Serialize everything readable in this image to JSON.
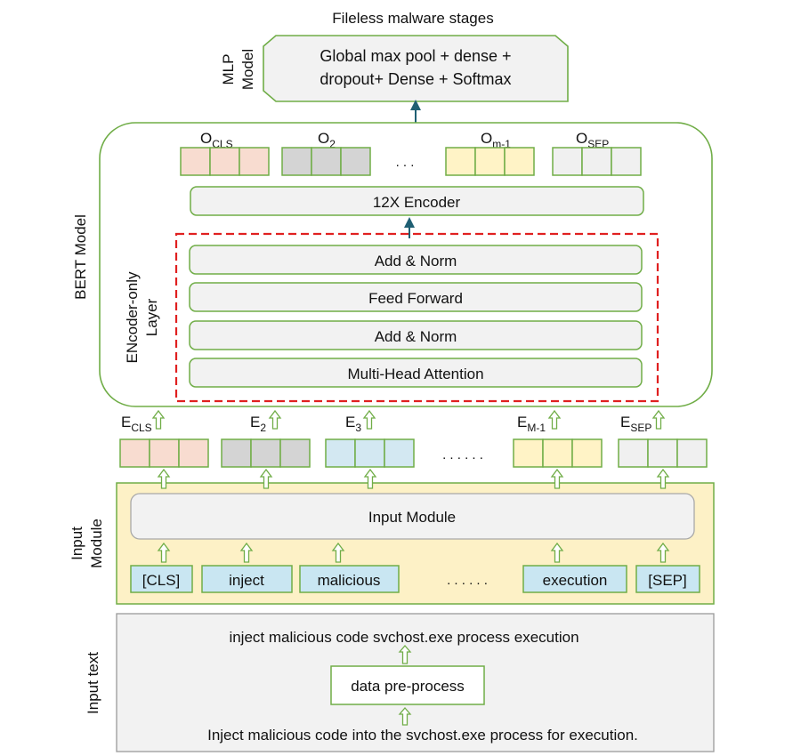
{
  "title": "Fileless malware stages",
  "mlp": {
    "side_label_line1": "MLP",
    "side_label_line2": "Model",
    "box_line1": "Global max pool + dense +",
    "box_line2": "dropout+ Dense + Softmax"
  },
  "bert": {
    "side_label": "BERT Model",
    "outputs": [
      {
        "base": "O",
        "sub": "CLS"
      },
      {
        "base": "O",
        "sub": "2"
      },
      {
        "base": "O",
        "sub": "m-1"
      },
      {
        "base": "O",
        "sub": "SEP"
      }
    ],
    "outputs_ellipsis": ". . .",
    "encoder_stack": "12X Encoder",
    "encoder_layer_label_line1": "ENcoder-only",
    "encoder_layer_label_line2": "Layer",
    "layers": [
      "Add & Norm",
      "Feed Forward",
      "Add & Norm",
      "Multi-Head Attention"
    ]
  },
  "embeddings": {
    "labels": [
      {
        "base": "E",
        "sub": "CLS"
      },
      {
        "base": "E",
        "sub": "2"
      },
      {
        "base": "E",
        "sub": "3"
      },
      {
        "base": "E",
        "sub": "M-1"
      },
      {
        "base": "E",
        "sub": "SEP"
      }
    ],
    "ellipsis": ". . . . . ."
  },
  "input_module": {
    "side_label_line1": "Input",
    "side_label_line2": "Module",
    "box_label": "Input Module",
    "tokens": [
      "[CLS]",
      "inject",
      "malicious",
      "execution",
      "[SEP]"
    ],
    "tokens_ellipsis": ". . . . . ."
  },
  "input_text": {
    "side_label": "Input text",
    "processed": "inject malicious code svchost.exe process execution",
    "preprocess": "data pre-process",
    "raw": "Inject malicious code into the svchost.exe process for execution."
  },
  "colors": {
    "green": "#70ad47",
    "salmon": "#f8dcd0",
    "gray": "#d4d4d4",
    "blue": "#d3e8f2",
    "yellow": "#fff3c6",
    "light": "#f0f0f0",
    "panel_yellow": "#fdf1c6",
    "panel_gray": "#f2f2f2",
    "dashed_red": "#e02020",
    "arrow_teal": "#1f5f73",
    "token_blue": "#c9e6f2"
  }
}
